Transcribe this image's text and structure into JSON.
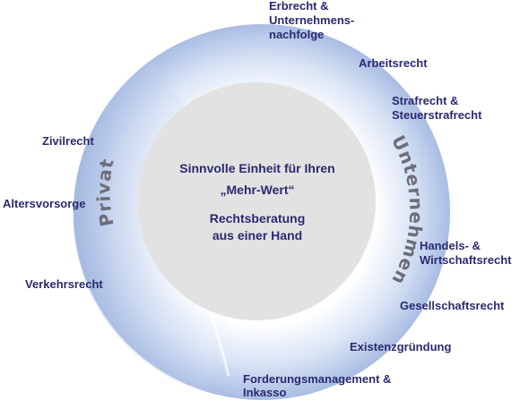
{
  "center": {
    "line1": "Sinnvolle Einheit für Ihren",
    "line2": "„Mehr-Wert“",
    "line3": "Rechtsberatung",
    "line4": "aus einer Hand"
  },
  "areas": {
    "private": "Privat",
    "business": "Unternehmen"
  },
  "topics": {
    "erbrecht_line1": "Erbrecht &",
    "erbrecht_line2": "Unternehmens-",
    "erbrecht_line3": "nachfolge",
    "arbeitsrecht": "Arbeitsrecht",
    "strafrecht_line1": "Strafrecht &",
    "strafrecht_line2": "Steuerstrafrecht",
    "handelsrecht_line1": "Handels- &",
    "handelsrecht_line2": "Wirtschaftsrecht",
    "gesellschaftsrecht": "Gesellschaftsrecht",
    "existenzgruendung": "Existenzgründung",
    "forderung_line1": "Forderungsmanagement &",
    "forderung_line2": "Inkasso",
    "zivilrecht": "Zivilrecht",
    "altersvorsorge": "Altersvorsorge",
    "verkehrsrecht": "Verkehrsrecht"
  },
  "colors": {
    "ring_outer": "#a9bde3",
    "ring_inner_glow": "#ffffff",
    "center_fill": "#e2e2e2",
    "text": "#2a2a70",
    "area_label": "#6d6d7a"
  }
}
